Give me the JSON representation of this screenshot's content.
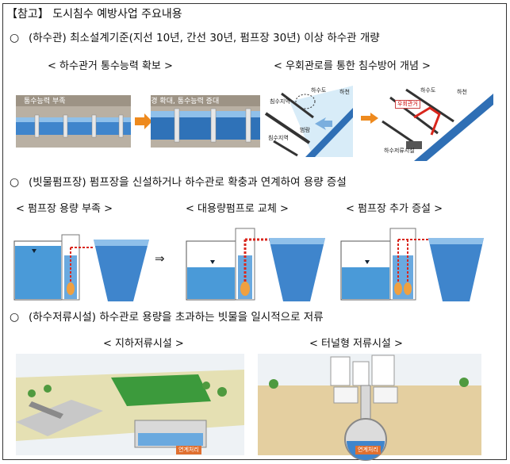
{
  "header": {
    "title": "【참고】 도시침수 예방사업 주요내용"
  },
  "section1": {
    "bullet": "○",
    "text": "(하수관) 최소설계기준(지선 10년, 간선 30년, 펌프장 30년) 이상 하수관 개량",
    "left_caption": "< 하수관거 통수능력 확보 >",
    "right_caption": "< 우회관로를 통한 침수방어 개념 >",
    "pipe_before_label": "통수능력 부족",
    "pipe_after_label": "관경 확대, 통수능력 증대",
    "map_labels": {
      "sewer": "하수도",
      "stream": "하천",
      "flood_area": "침수지역",
      "flood_area_2": "침수지역",
      "overflow": "범람",
      "storage": "하수저류시설",
      "bypass": "우회관거"
    }
  },
  "section2": {
    "bullet": "○",
    "text": "(빗물펌프장) 펌프장을 신설하거나 하수관로 확충과 연계하여 용량 증설",
    "captions": [
      "< 펌프장 용량 부족 >",
      "< 대용량펌프로 교체 >",
      "< 펌프장 추가 증설 >"
    ],
    "arrow": "⇒"
  },
  "section3": {
    "bullet": "○",
    "text": "(하수저류시설) 하수관로 용량을 초과하는 빗물을 일시적으로 저류",
    "left_caption": "< 지하저류시설 >",
    "right_caption": "< 터널형 저류시설 >",
    "tag_left": "연계처리",
    "tag_right": "연계처리"
  },
  "colors": {
    "water": "#3a8fd0",
    "pipe": "#2f72b8",
    "arrow": "#e8891a",
    "alert": "#d9261c"
  }
}
